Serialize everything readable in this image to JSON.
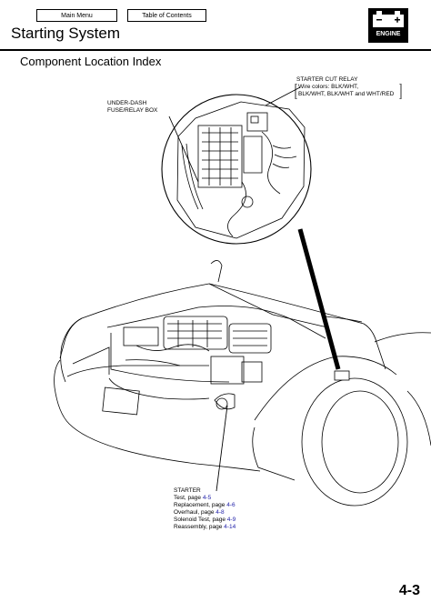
{
  "nav": {
    "main_menu": "Main Menu",
    "table_of_contents": "Table of Contents"
  },
  "section": {
    "title": "Starting System",
    "subtitle": "Component Location Index",
    "icon_label": "ENGINE"
  },
  "callouts": {
    "starter_cut_relay": {
      "title": "STARTER CUT RELAY",
      "line1": "Wire colors: BLK/WHT,",
      "line2": "BLK/WHT, BLK/WHT and WHT/RED"
    },
    "fuse_box": {
      "line1": "UNDER-DASH",
      "line2": "FUSE/RELAY BOX"
    },
    "starter": {
      "title": "STARTER",
      "items": [
        {
          "text": "Test, page ",
          "ref": "4-5"
        },
        {
          "text": "Replacement, page ",
          "ref": "4-6"
        },
        {
          "text": "Overhaul, page ",
          "ref": "4-8"
        },
        {
          "text": "Solenoid Test, page ",
          "ref": "4-9"
        },
        {
          "text": "Reassembly, page ",
          "ref": "4-14"
        }
      ]
    }
  },
  "page_number": "4-3"
}
